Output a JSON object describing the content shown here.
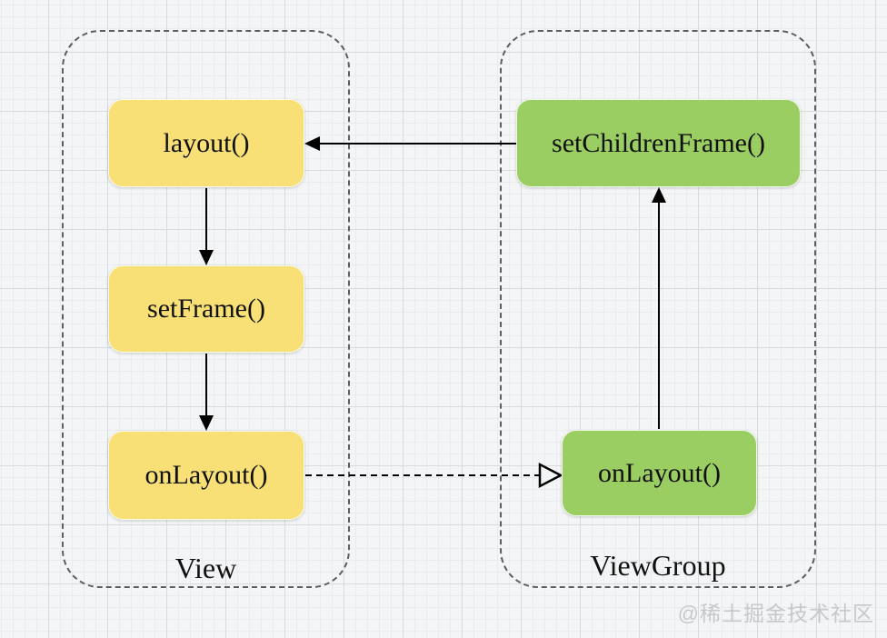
{
  "diagram": {
    "type": "flowchart",
    "left_group": {
      "label": "View"
    },
    "right_group": {
      "label": "ViewGroup"
    },
    "nodes": {
      "layout": {
        "label": "layout()",
        "group": "View"
      },
      "set_frame": {
        "label": "setFrame()",
        "group": "View"
      },
      "on_layout_view": {
        "label": "onLayout()",
        "group": "View"
      },
      "set_children_frame": {
        "label": "setChildrenFrame()",
        "group": "ViewGroup"
      },
      "on_layout_viewgroup": {
        "label": "onLayout()",
        "group": "ViewGroup"
      }
    },
    "edges": [
      {
        "from": "set_children_frame",
        "to": "layout",
        "style": "solid",
        "head": "filled"
      },
      {
        "from": "layout",
        "to": "set_frame",
        "style": "solid",
        "head": "filled"
      },
      {
        "from": "set_frame",
        "to": "on_layout_view",
        "style": "solid",
        "head": "filled"
      },
      {
        "from": "on_layout_view",
        "to": "on_layout_viewgroup",
        "style": "dashed",
        "head": "hollow-triangle"
      },
      {
        "from": "on_layout_viewgroup",
        "to": "set_children_frame",
        "style": "solid",
        "head": "filled"
      }
    ],
    "colors": {
      "view_node_fill": "#f8e077",
      "viewgroup_node_fill": "#9bce62",
      "arrow": "#000000",
      "group_border": "#5e5e5e",
      "background": "#f4f5f6",
      "watermark": "#c7c8ca"
    },
    "watermark": "@稀土掘金技术社区"
  }
}
